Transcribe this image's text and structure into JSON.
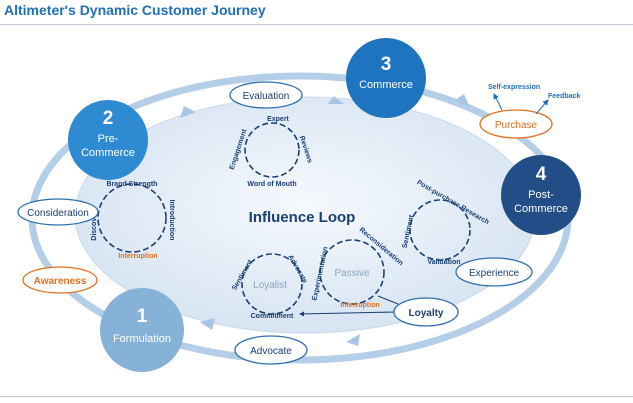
{
  "header": {
    "title": "Altimeter's Dynamic Customer Journey"
  },
  "center": {
    "label": "Influence Loop"
  },
  "stages": [
    {
      "number": "1",
      "label": "Formulation"
    },
    {
      "number": "2",
      "label_line1": "Pre-",
      "label_line2": "Commerce"
    },
    {
      "number": "3",
      "label": "Commerce"
    },
    {
      "number": "4",
      "label_line1": "Post-",
      "label_line2": "Commerce"
    }
  ],
  "touchpoints": {
    "evaluation": "Evaluation",
    "consideration": "Consideration",
    "awareness": "Awareness",
    "purchase": "Purchase",
    "experience": "Experience",
    "loyalty": "Loyalty",
    "advocate": "Advocate",
    "self_expression": "Self-expression",
    "feedback": "Feedback"
  },
  "loops": {
    "evaluation": {
      "expert": "Expert",
      "reviews": "Reviews",
      "word_of_mouth": "Word of Mouth",
      "engagement": "Engagement"
    },
    "consideration": {
      "brand_strength": "Brand Strength",
      "introduction": "Introduction",
      "interruption": "Interruption",
      "discovery": "Discovery"
    },
    "loyalist": {
      "center": "Loyalist",
      "advocate": "Advocate",
      "commitment": "Commitment",
      "sentiment": "Sentiment"
    },
    "passive": {
      "center": "Passive",
      "reconsideration": "Reconsideration",
      "interruption": "Interruption",
      "experimentation": "Experimentation"
    },
    "post_purchase": {
      "research": "Post-purchase Research",
      "validation": "Validation",
      "sentiment": "Sentiment"
    }
  },
  "colors": {
    "title": "#1f6fb6",
    "stage_light": "#2f8bd1",
    "stage_mid": "#1f74bf",
    "stage_dark": "#224d86",
    "stage_formulation": "#86b2d8",
    "pill_text": "#1a3f73",
    "orange": "#e36f1e",
    "ellipse_fill": "#e3ecf6",
    "ring": "#a8c6e4"
  }
}
